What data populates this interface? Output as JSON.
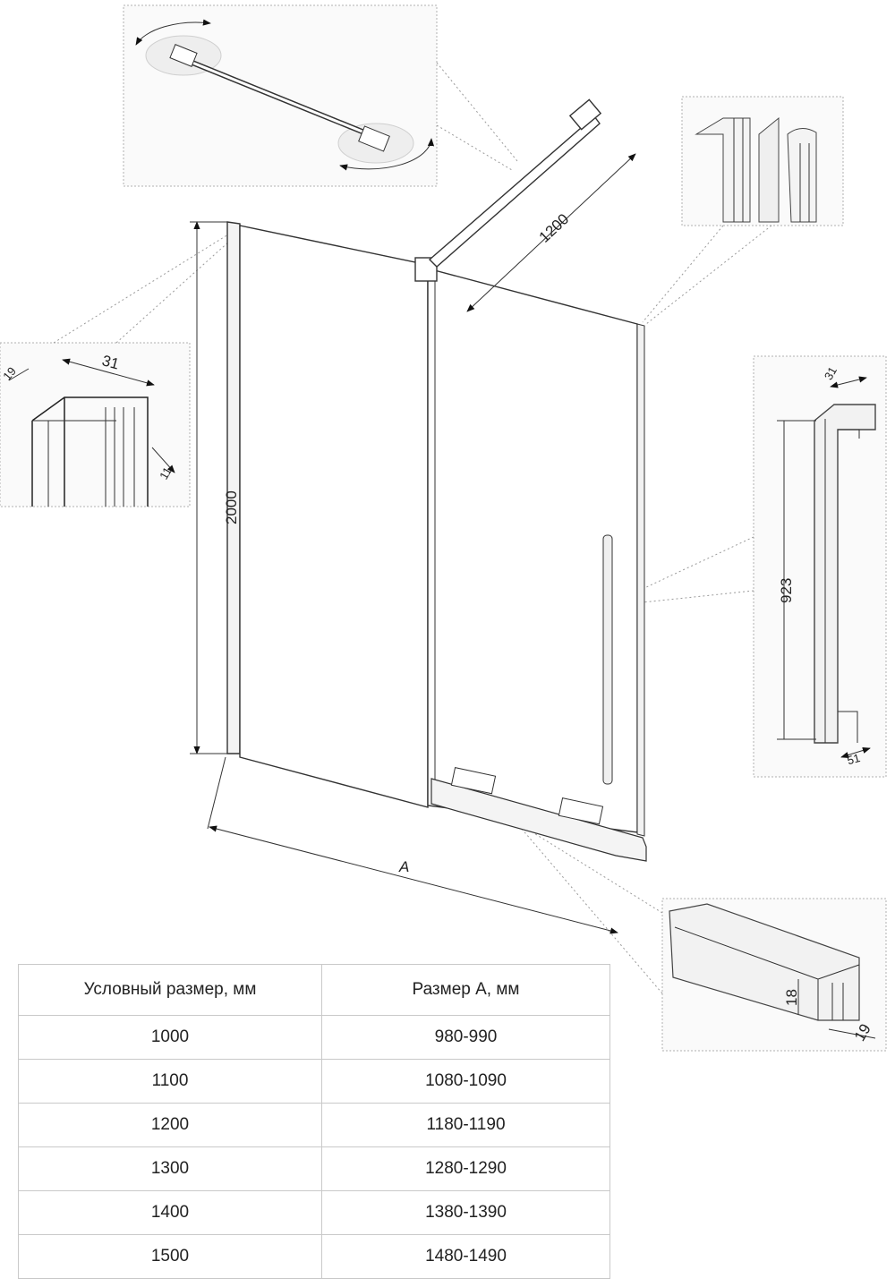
{
  "dimensions": {
    "height": "2000",
    "brace_length": "1200",
    "width_label": "A",
    "profile_top": "31",
    "profile_side": "19",
    "profile_gap": "11",
    "handle_length": "923",
    "handle_depth": "31",
    "handle_base": "51",
    "rail_height": "18",
    "rail_width": "19"
  },
  "table": {
    "headers": [
      "Условный размер, мм",
      "Размер A, мм"
    ],
    "rows": [
      [
        "1000",
        "980-990"
      ],
      [
        "1100",
        "1080-1090"
      ],
      [
        "1200",
        "1180-1190"
      ],
      [
        "1300",
        "1280-1290"
      ],
      [
        "1400",
        "1380-1390"
      ],
      [
        "1500",
        "1480-1490"
      ]
    ]
  }
}
